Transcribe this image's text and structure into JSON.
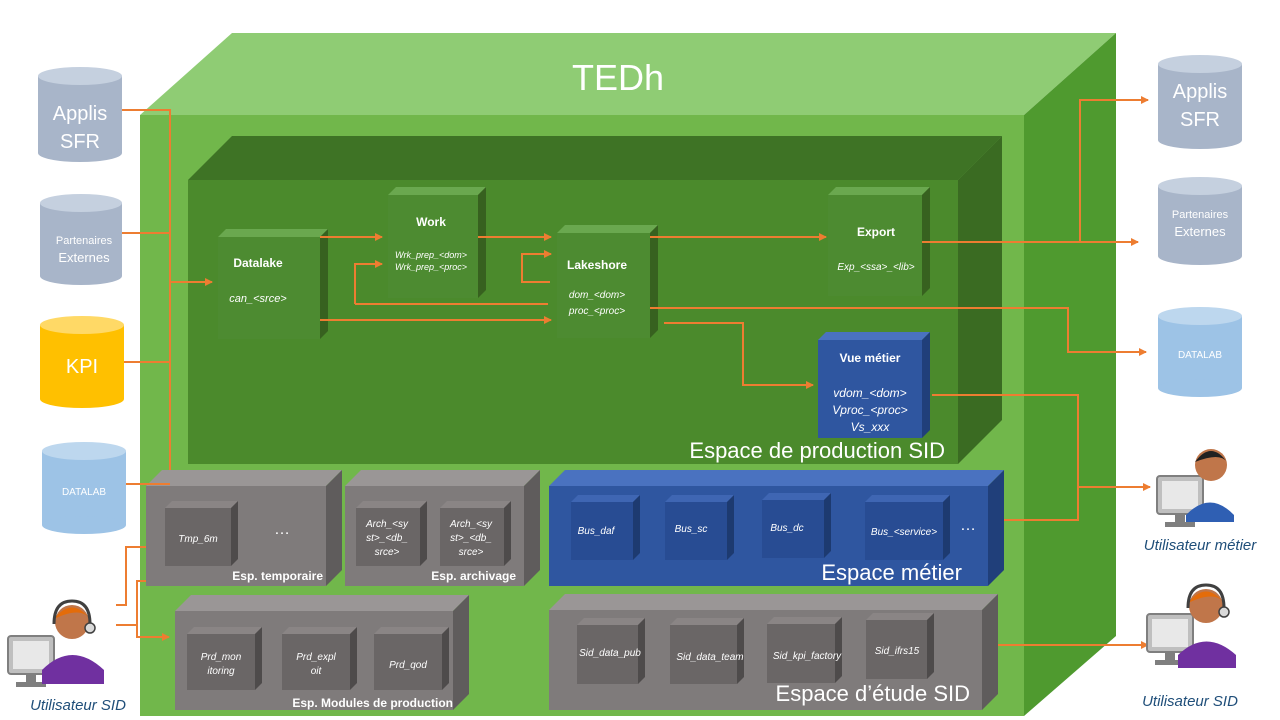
{
  "main_title": "TEDh",
  "left_sources": {
    "applis": [
      "Applis",
      "SFR"
    ],
    "partenaires": [
      "Partenaires",
      "Externes"
    ],
    "kpi": "KPI",
    "datalab": "DATALAB"
  },
  "right_targets": {
    "applis": [
      "Applis",
      "SFR"
    ],
    "partenaires": [
      "Partenaires",
      "Externes"
    ],
    "datalab": "DATALAB"
  },
  "production": {
    "title": "Espace de production SID",
    "datalake": {
      "name": "Datalake",
      "item": "can_<srce>"
    },
    "work": {
      "name": "Work",
      "items": [
        "Wrk_prep_<dom>",
        "Wrk_prep_<proc>"
      ]
    },
    "lakeshore": {
      "name": "Lakeshore",
      "items": [
        "dom_<dom>",
        "proc_<proc>"
      ]
    },
    "export": {
      "name": "Export",
      "item": "Exp_<ssa>_<lib>"
    },
    "vue_metier": {
      "name": "Vue métier",
      "items": [
        "vdom_<dom>",
        "Vproc_<proc>",
        "Vs_xxx"
      ]
    }
  },
  "temporaire": {
    "title": "Esp. temporaire",
    "box": "Tmp_6m",
    "more": "…"
  },
  "archivage": {
    "title": "Esp. archivage",
    "boxes": [
      [
        "Arch_<sy",
        "st>_<db_",
        "srce>"
      ],
      [
        "Arch_<sy",
        "st>_<db_",
        "srce>"
      ]
    ]
  },
  "metier": {
    "title": "Espace métier",
    "boxes": [
      "Bus_daf",
      "Bus_sc",
      "Bus_dc",
      "Bus_<service>"
    ],
    "more": "…"
  },
  "modules": {
    "title": "Esp.  Modules de production",
    "boxes": [
      [
        "Prd_mon",
        "itoring"
      ],
      [
        "Prd_expl",
        "oit"
      ],
      [
        "Prd_qod"
      ]
    ]
  },
  "etude": {
    "title": "Espace d’étude SID",
    "boxes": [
      "Sid_data_pub",
      "Sid_data_team",
      "Sid_kpi_factory",
      "Sid_ifrs15"
    ]
  },
  "users": {
    "metier": "Utilisateur métier",
    "sid_right": "Utilisateur SID",
    "sid_left": "Utilisateur SID"
  },
  "colors": {
    "outer_front": "#71b74b",
    "outer_top": "#8fcc74",
    "outer_side": "#4f9a2f",
    "prod_front": "#4b8a2c",
    "prod_top": "#3e7325",
    "box_green_front": "#4d8b31",
    "blue_front": "#2f56a0",
    "gray_front": "#7f7b7b",
    "arrow": "#ed7d31",
    "cyl_gray": "#a8b5c9",
    "cyl_yellow": "#ffc000",
    "cyl_lightblue": "#9dc3e6"
  }
}
